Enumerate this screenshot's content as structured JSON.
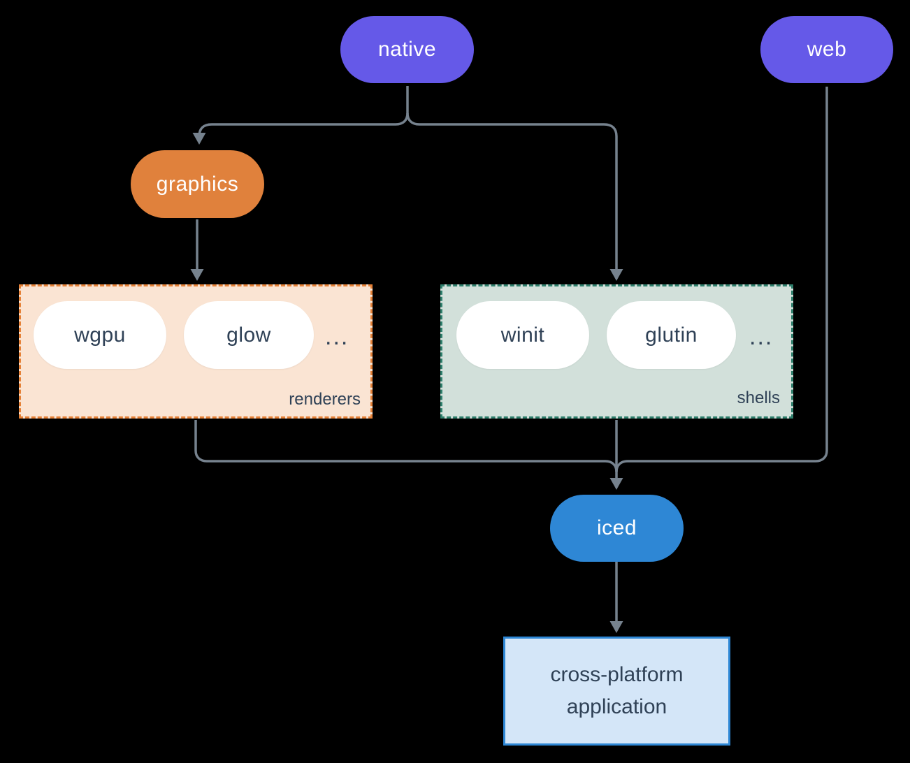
{
  "nodes": {
    "native": "native",
    "web": "web",
    "graphics": "graphics",
    "iced": "iced",
    "application": "cross-platform application"
  },
  "renderers": {
    "label": "renderers",
    "items": [
      "wgpu",
      "glow"
    ],
    "more": "..."
  },
  "shells": {
    "label": "shells",
    "items": [
      "winit",
      "glutin"
    ],
    "more": "..."
  },
  "colors": {
    "platform_pill": "#6559e8",
    "graphics_pill": "#e0813c",
    "iced_pill": "#2e87d5",
    "inner_pill": "#ffffff",
    "renderers_fill": "#fae4d3",
    "renderers_border": "#e58137",
    "shells_fill": "#d2e0da",
    "shells_border": "#2f7f6c",
    "application_fill": "#d4e6f8",
    "application_border": "#2e87d5",
    "connector": "#76828e",
    "dark_text": "#2f4156",
    "light_text": "#ffffff",
    "background": "#000000"
  }
}
